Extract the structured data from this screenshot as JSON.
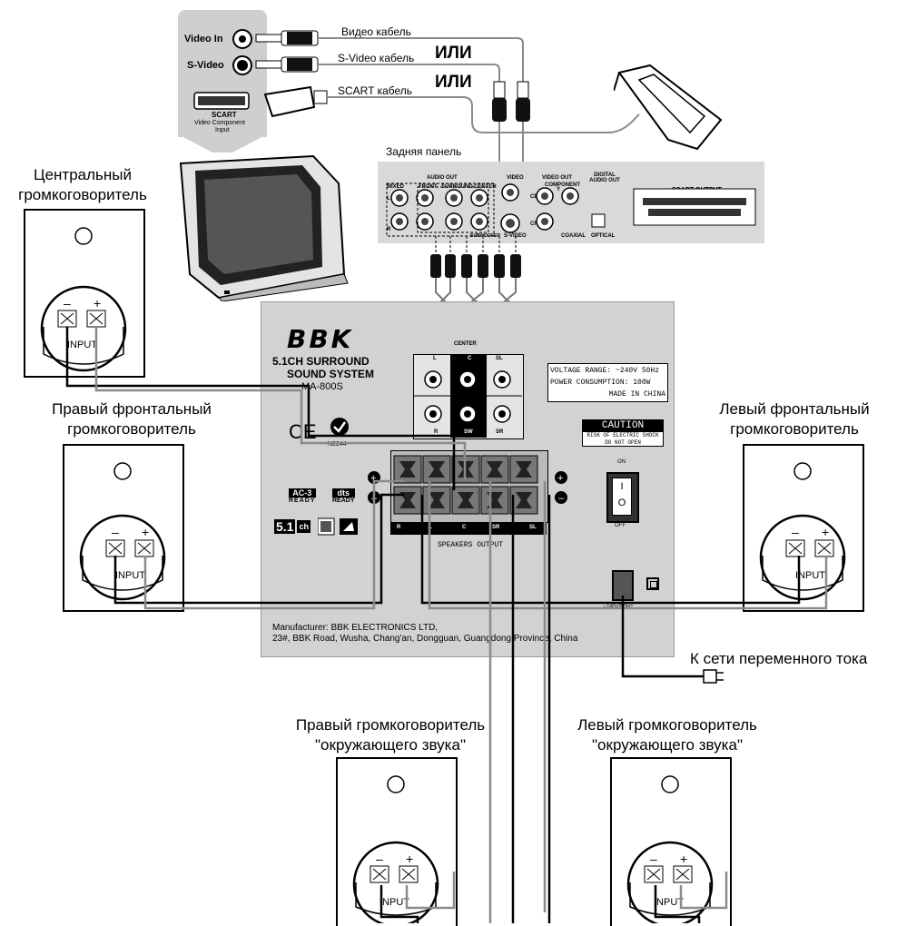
{
  "tv_panel": {
    "video_in": "Video In",
    "s_video": "S-Video",
    "scart": "SCART",
    "scart_sub1": "Video Component",
    "scart_sub2": "Input"
  },
  "cables": {
    "video": "Видео кабель",
    "svideo": "S-Video кабель",
    "scart": "SCART кабель",
    "or1": "ИЛИ",
    "or2": "ИЛИ"
  },
  "dvd_panel": {
    "title": "Задняя панель",
    "audio_out": "AUDIO OUT",
    "mixed": "MIXED",
    "front": "FRONT",
    "surround": "SURROUND",
    "center": "CENTER",
    "subwoofer": "SUBWOOFER",
    "video": "VIDEO",
    "svideo": "S-VIDEO",
    "video_out": "VIDEO OUT",
    "component": "COMPONENT",
    "cb": "CB",
    "cr": "CR",
    "y": "Y",
    "coaxial": "COAXIAL",
    "digital_audio_out": "DIGITAL AUDIO OUT",
    "optical": "OPTICAL",
    "scart_output": "SCART OUTPUT",
    "l": "L",
    "r": "R"
  },
  "amp": {
    "brand": "BBK",
    "line1": "5.1CH  SURROUND",
    "line2": "SOUND SYSTEM",
    "model": "MA-800S",
    "voltage": "VOLTAGE RANGE:  ~240V 50Hz",
    "power": "POWER CONSUMPTION:  100W",
    "made": "MADE IN CHINA",
    "caution": "CAUTION",
    "caution_sub1": "RISK OF ELECTRIC SHOCK",
    "caution_sub2": "DO NOT OPEN",
    "ce": "CE",
    "n2244": "N2244",
    "ac3": "AC-3",
    "ready": "READY",
    "dts": "dts",
    "ready2": "READY",
    "ch51": "5.1",
    "ch": "ch",
    "in_l": "L",
    "in_c": "C",
    "in_sl": "SL",
    "in_r": "R",
    "in_sw": "SW",
    "in_sr": "SR",
    "in_center": "CENTER",
    "term_r": "R",
    "term_l": "L",
    "term_c": "C",
    "term_sr": "SR",
    "term_sl": "SL",
    "speakers_output": "SPEAKERS OUTPUT",
    "on": "ON",
    "off": "OFF",
    "mains": "~240V/50Hz",
    "manufacturer1": "Manufacturer: BBK ELECTRONICS LTD,",
    "manufacturer2": "23#, BBK Road, Wusha, Chang'an, Dongguan, Guangdong Province, China"
  },
  "speakers": {
    "center_l1": "Центральный",
    "center_l2": "громкоговоритель",
    "rf_l1": "Правый фронтальный",
    "rf_l2": "громкоговоритель",
    "lf_l1": "Левый фронтальный",
    "lf_l2": "громкоговоритель",
    "rs_l1": "Правый громкоговоритель",
    "rs_l2": "\"окружающего звука\"",
    "ls_l1": "Левый громкоговоритель",
    "ls_l2": "\"окружающего звука\"",
    "minus": "–",
    "plus": "+",
    "input": "INPUT"
  },
  "mains_label": "К сети переменного тока",
  "colors": {
    "panel_gray": "#d9d9d9",
    "amp_gray": "#d2d2d2",
    "wire_gray": "#8a8a8a"
  }
}
